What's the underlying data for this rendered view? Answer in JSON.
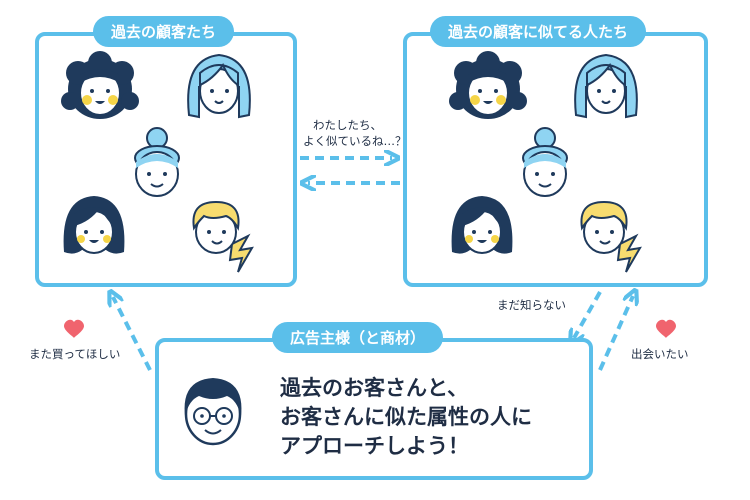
{
  "left_panel": {
    "title": "過去の顧客たち"
  },
  "right_panel": {
    "title": "過去の顧客に似てる人たち"
  },
  "speech": {
    "line1": "わたしたち、",
    "line2": "よく似ているね…？"
  },
  "arrow_labels": {
    "unknown": "まだ知らない",
    "buy_again": "また買ってほしい",
    "want_meet": "出会いたい"
  },
  "bottom_panel": {
    "title": "広告主様（と商材）",
    "line1": "過去のお客さんと、",
    "line2": "お客さんに似た属性の人に",
    "line3": "アプローチしよう！"
  },
  "colors": {
    "accent": "#5bbfea",
    "navy": "#1f3a5c",
    "cheek": "#f5d548",
    "heart": "#f0646e",
    "blonde": "#f7dc6f"
  }
}
